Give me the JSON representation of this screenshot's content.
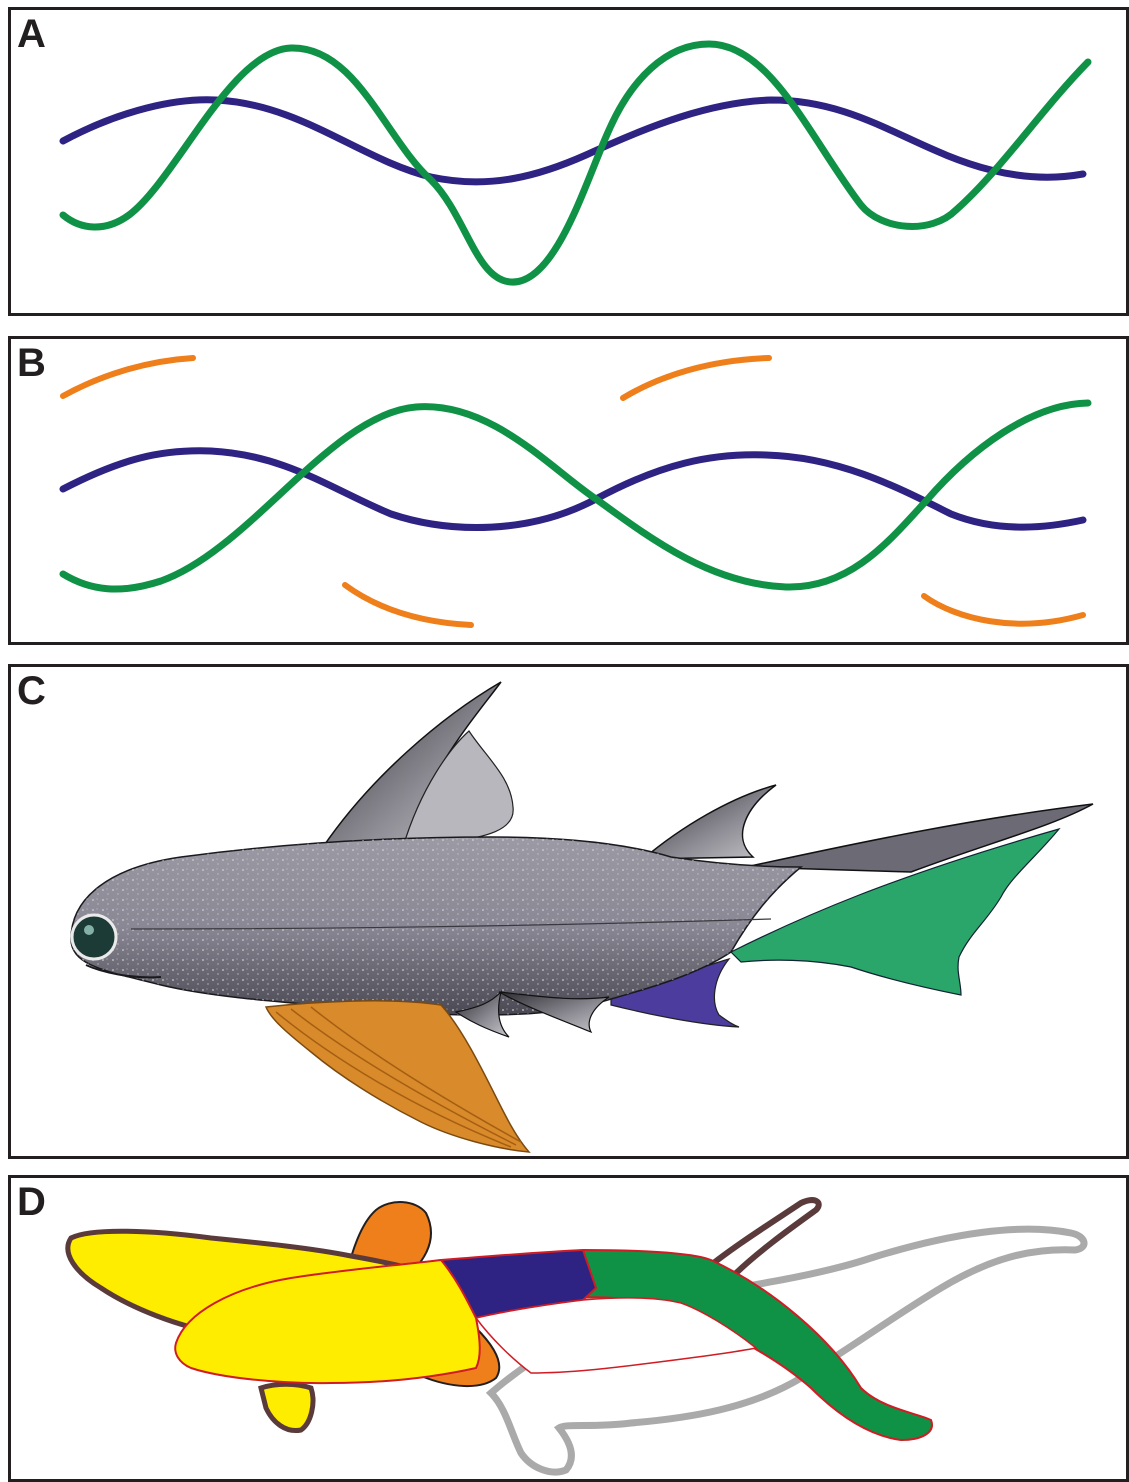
{
  "panels": [
    {
      "label": "A"
    },
    {
      "label": "B"
    },
    {
      "label": "C"
    },
    {
      "label": "D"
    }
  ],
  "colors": {
    "blue": "#2e2383",
    "green": "#0f9246",
    "orange": "#ee7f1a",
    "yellow": "#ffed00",
    "fish_body": "#7d7b86",
    "caudal_green": "#2aa66a",
    "anal_blue": "#4b3c9e",
    "pelvic_orange": "#d98a2a",
    "outline_dark": "#5a3a3a",
    "outline_red": "#d01c24",
    "outline_gray": "#aaaaaa"
  }
}
